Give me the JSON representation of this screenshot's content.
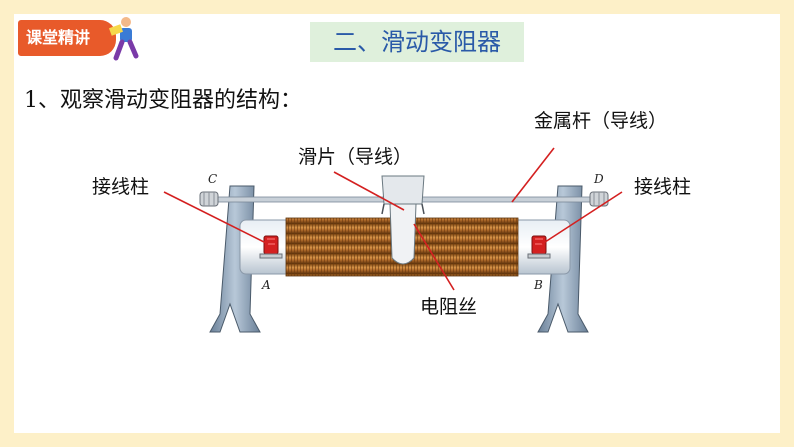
{
  "badge": {
    "text": "课堂精讲"
  },
  "title": "二、滑动变阻器",
  "heading": "1、观察滑动变阻器的结构：",
  "labels": {
    "rod": "金属杆（导线）",
    "slider": "滑片（导线）",
    "terminal_left": "接线柱",
    "terminal_right": "接线柱",
    "resistance_wire": "电阻丝"
  },
  "points": {
    "A": "A",
    "B": "B",
    "C": "C",
    "D": "D"
  },
  "colors": {
    "frame": "#fdf0c8",
    "accent": "#e85a2a",
    "title_bg": "#dff0dc",
    "title_text": "#2a5aa8",
    "pointer": "#d42020",
    "coil": "#b06a2a",
    "stand": "#8aa0b8"
  }
}
